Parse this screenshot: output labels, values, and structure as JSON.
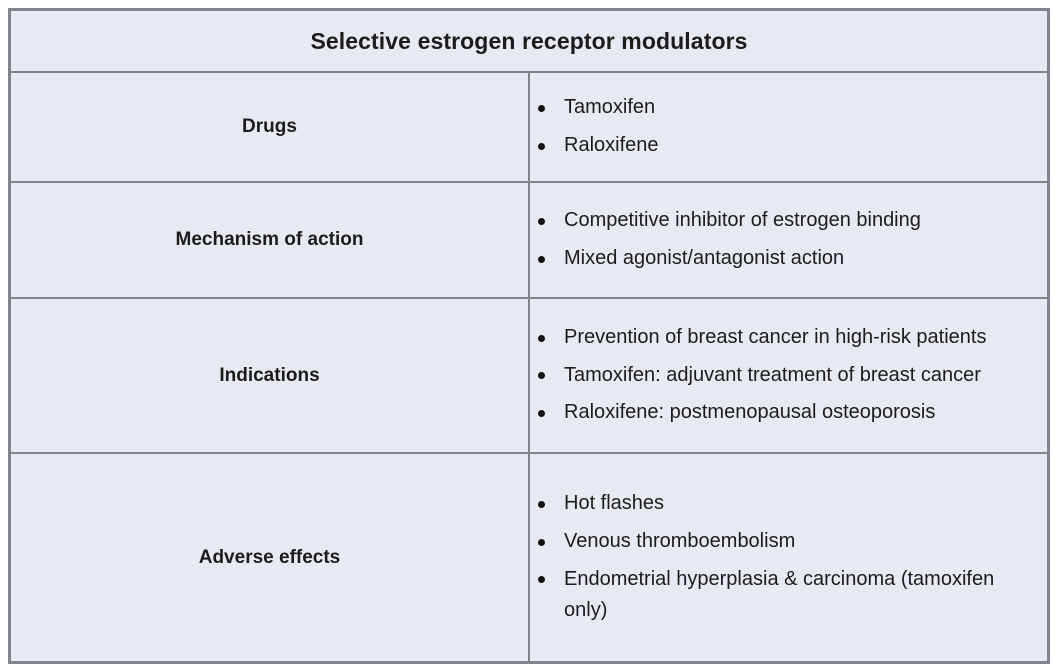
{
  "table": {
    "title": "Selective estrogen receptor modulators",
    "colors": {
      "page_background": "#ffffff",
      "border": "#7f848f",
      "header_cell": "#f1f3f8",
      "label_cell": "#eceff5",
      "body_cell": "#e7eaf2",
      "text": "#1c1c1c",
      "bullet": "#111111"
    },
    "rows": [
      {
        "label": "Drugs",
        "items": [
          "Tamoxifen",
          "Raloxifene"
        ]
      },
      {
        "label": "Mechanism of action",
        "items": [
          "Competitive inhibitor of estrogen binding",
          "Mixed agonist/antagonist action"
        ]
      },
      {
        "label": "Indications",
        "items": [
          "Prevention of breast cancer in high-risk patients",
          "Tamoxifen: adjuvant treatment of breast cancer",
          "Raloxifene: postmenopausal osteoporosis"
        ]
      },
      {
        "label": "Adverse effects",
        "items": [
          "Hot flashes",
          "Venous thromboembolism",
          "Endometrial hyperplasia & carcinoma (tamoxifen only)"
        ]
      }
    ]
  }
}
